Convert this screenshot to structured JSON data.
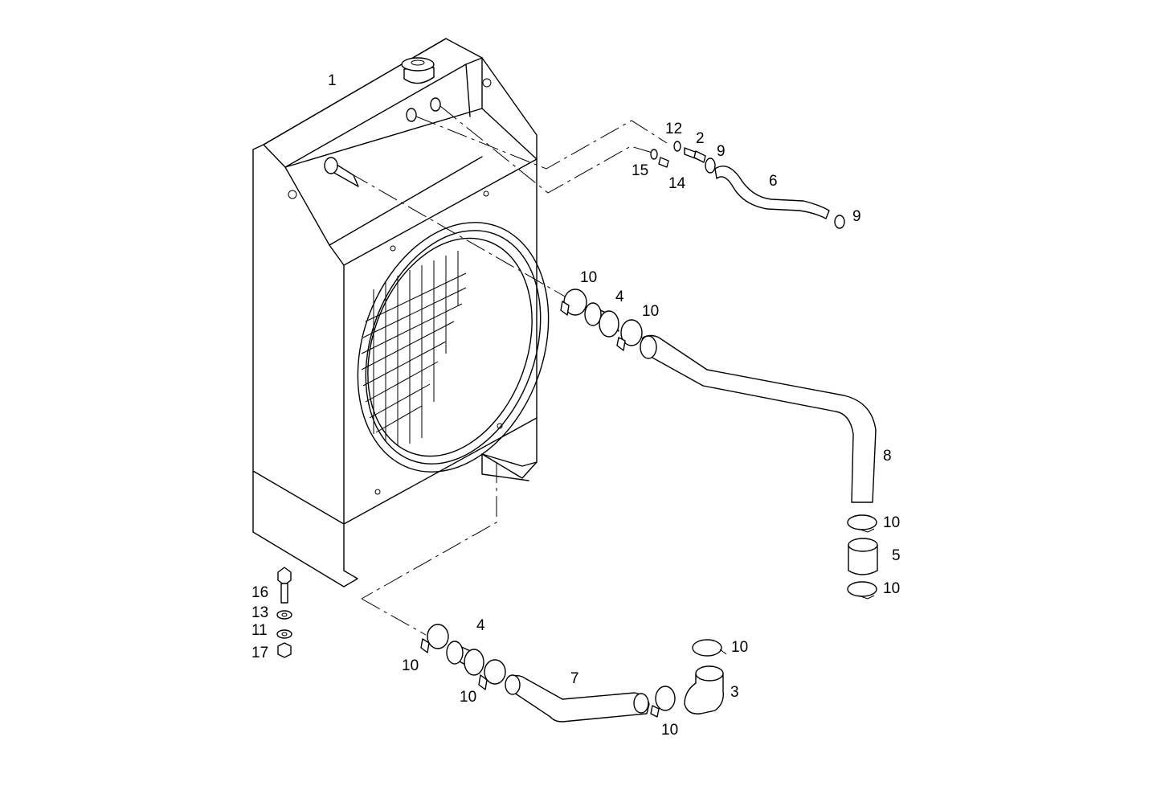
{
  "diagram": {
    "callouts": [
      {
        "id": "c1",
        "text": "1"
      },
      {
        "id": "c12",
        "text": "12"
      },
      {
        "id": "c2",
        "text": "2"
      },
      {
        "id": "c9a",
        "text": "9"
      },
      {
        "id": "c15",
        "text": "15"
      },
      {
        "id": "c14",
        "text": "14"
      },
      {
        "id": "c6",
        "text": "6"
      },
      {
        "id": "c9b",
        "text": "9"
      },
      {
        "id": "c10a",
        "text": "10"
      },
      {
        "id": "c4a",
        "text": "4"
      },
      {
        "id": "c10b",
        "text": "10"
      },
      {
        "id": "c8",
        "text": "8"
      },
      {
        "id": "c10c",
        "text": "10"
      },
      {
        "id": "c5",
        "text": "5"
      },
      {
        "id": "c10d",
        "text": "10"
      },
      {
        "id": "c16",
        "text": "16"
      },
      {
        "id": "c13",
        "text": "13"
      },
      {
        "id": "c11",
        "text": "11"
      },
      {
        "id": "c17",
        "text": "17"
      },
      {
        "id": "c4b",
        "text": "4"
      },
      {
        "id": "c10e",
        "text": "10"
      },
      {
        "id": "c7",
        "text": "7"
      },
      {
        "id": "c10f",
        "text": "10"
      },
      {
        "id": "c10g",
        "text": "10"
      },
      {
        "id": "c3",
        "text": "3"
      },
      {
        "id": "c10h",
        "text": "10"
      }
    ]
  }
}
